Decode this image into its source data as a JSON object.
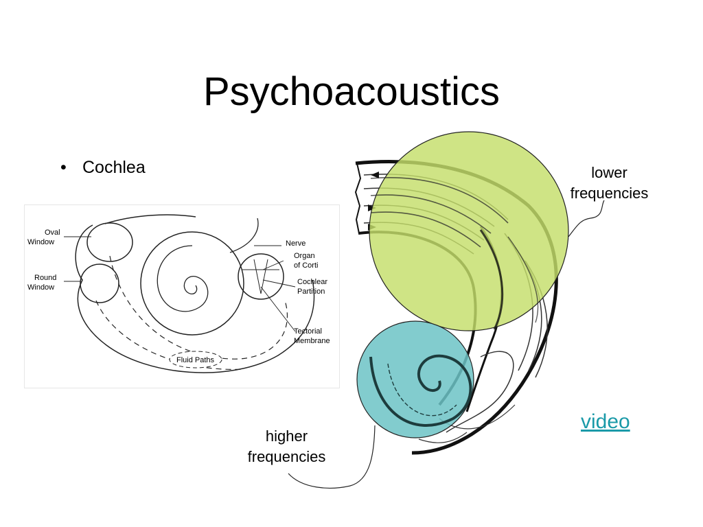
{
  "slide": {
    "title": "Psychoacoustics",
    "bullets": [
      {
        "marker": "•",
        "text": "Cochlea"
      }
    ]
  },
  "left_figure": {
    "labels": {
      "oval_window": [
        "Oval",
        "Window"
      ],
      "round_window": [
        "Round",
        "Window"
      ],
      "nerve": "Nerve",
      "organ_of_corti": [
        "Organ",
        "of Corti"
      ],
      "cochlear_partition": [
        "Cochlear",
        "Partition"
      ],
      "tectorial_membrane": [
        "Tectorial",
        "Membrane"
      ],
      "fluid_paths": "Fluid Paths"
    }
  },
  "right_figure": {
    "lower_label": [
      "lower",
      "frequencies"
    ],
    "higher_label": [
      "higher",
      "frequencies"
    ],
    "lower_circle_color": "#c5de6a",
    "higher_circle_color": "#6cc3c6"
  },
  "link": {
    "text": "video",
    "color": "#1a9aa8"
  }
}
